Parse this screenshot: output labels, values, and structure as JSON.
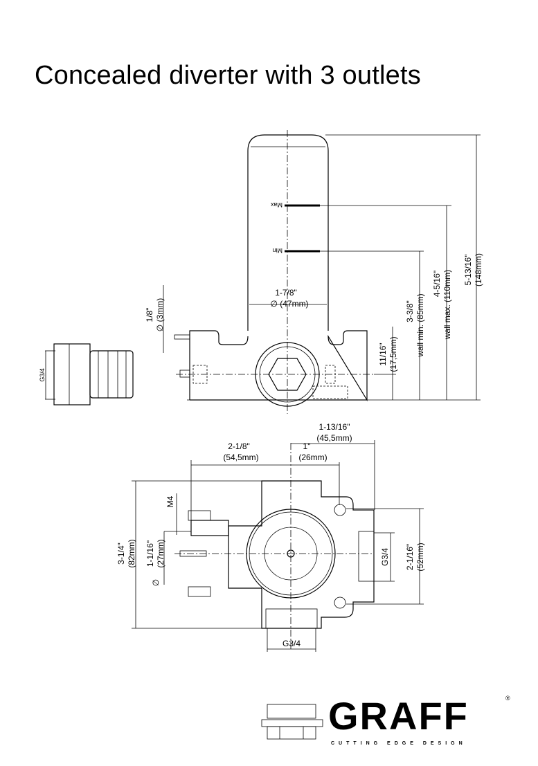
{
  "title": "Concealed diverter with 3 outlets",
  "front_view": {
    "mark_max": "Max",
    "mark_min": "Min",
    "dia_in": "1-7/8\"",
    "dia_mm": "∅ (47mm)",
    "pin_in": "1/8\"",
    "pin_mm": "∅ (3mm)",
    "d1_in": "11/16\"",
    "d1_mm": "(17,5mm)",
    "d2_in": "3-3/8\"",
    "d2_mm": "wall min. (85mm)",
    "d3_in": "4-5/16\"",
    "d3_mm": "wall max. (110mm)",
    "d4_in": "5-13/16\"",
    "d4_mm": "(148mm)"
  },
  "side_view": {
    "thread": "G3/4"
  },
  "plan_view": {
    "w1_in": "2-1/8\"",
    "w1_mm": "(54,5mm)",
    "w2_in": "1\"",
    "w2_mm": "(26mm)",
    "w3_in": "1-13/16\"",
    "w3_mm": "(45,5mm)",
    "h_in": "3-1/4\"",
    "h_mm": "(82mm)",
    "screw": "M4",
    "pcd_in": "1-1/16\"",
    "pcd_mm": "(27mm)",
    "pcd_sym": "∅",
    "port_right": "G3/4",
    "port_h_in": "2-1/16\"",
    "port_h_mm": "(52mm)",
    "port_bottom": "G3/4"
  },
  "logo": {
    "brand": "GRAFF",
    "tagline": "CUTTING EDGE DESIGN",
    "reg": "®"
  }
}
